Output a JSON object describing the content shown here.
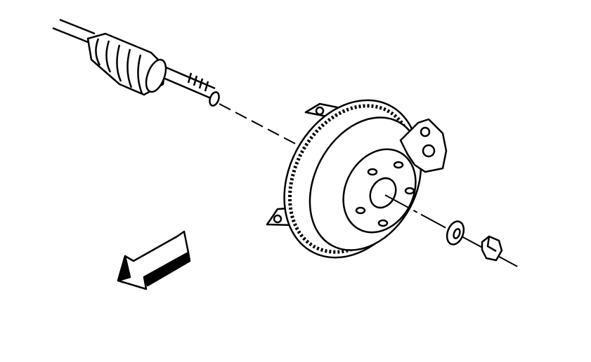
{
  "diagram": {
    "components": [
      "drive-axle-shaft",
      "cv-joint-boot",
      "hub-and-rotor",
      "brake-caliper",
      "washer",
      "axle-nut",
      "direction-arrow"
    ],
    "colors": {
      "line": "#000000",
      "background": "#ffffff"
    }
  }
}
